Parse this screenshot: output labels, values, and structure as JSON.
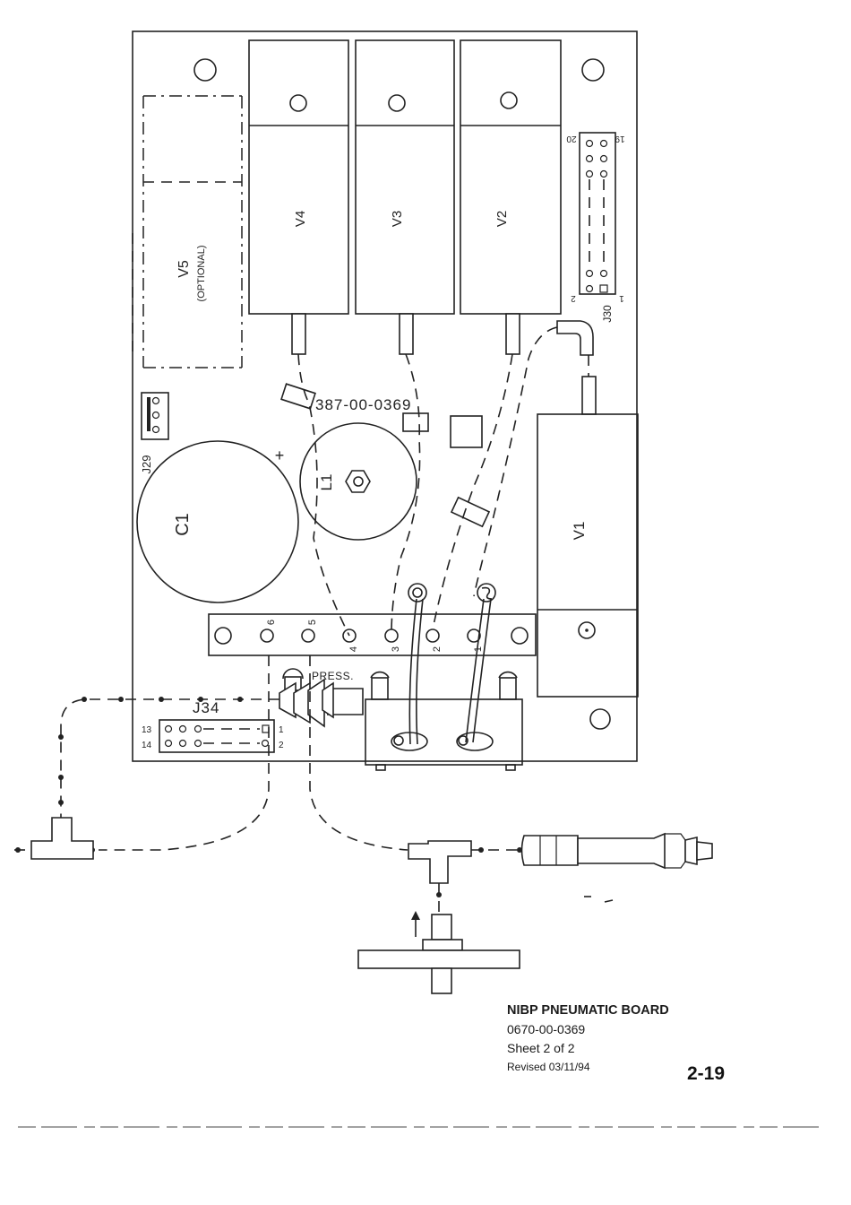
{
  "board": {
    "valves": {
      "v1": "V1",
      "v2": "V2",
      "v3": "V3",
      "v4": "V4",
      "v5": "V5",
      "v5_note": "(OPTIONAL)"
    },
    "capacitor": "C1",
    "inductor": "L1",
    "part_number_label": "387-00-0369",
    "pressure_label": "PRESS.",
    "connectors": {
      "j29": "J29",
      "j30": "J30",
      "j30_pins": [
        "20",
        "19",
        "2",
        "1"
      ],
      "j34": "J34",
      "j34_pins": [
        "13",
        "1",
        "14",
        "2"
      ]
    },
    "terminal_numbers": [
      "6",
      "5",
      "4",
      "3",
      "2",
      "1"
    ],
    "polarity_mark": "+"
  },
  "title_block": {
    "title": "NIBP PNEUMATIC BOARD",
    "drawing_number": "0670-00-0369",
    "sheet": "Sheet 2 of 2",
    "revised": "Revised  03/11/94"
  },
  "page_number": "2-19"
}
